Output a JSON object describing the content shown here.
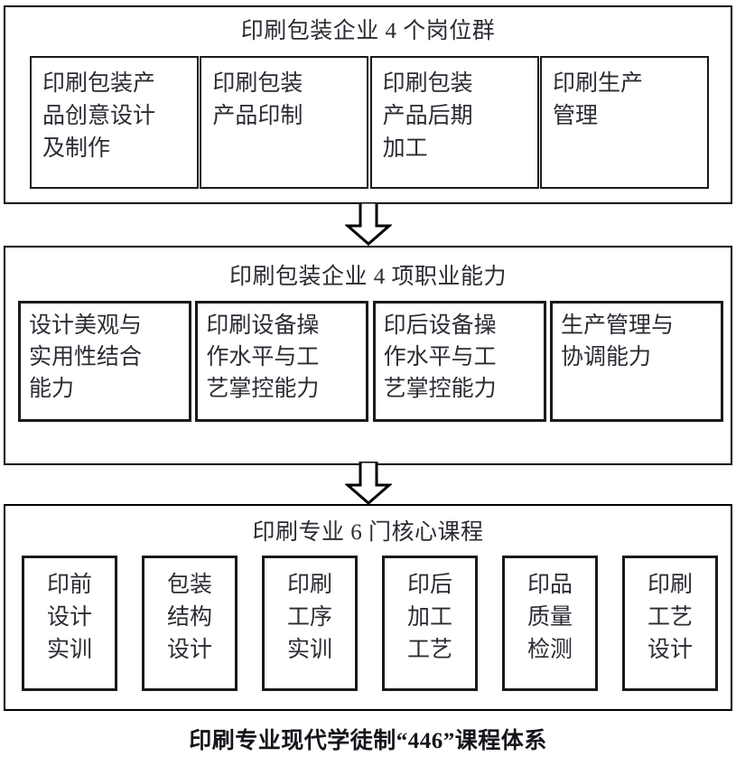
{
  "diagram": {
    "caption": "印刷专业现代学徒制“446”课程体系",
    "arrow_1_name": "down-arrow-icon",
    "arrow_2_name": "down-arrow-icon",
    "sections": [
      {
        "id": "section-1",
        "title": "印刷包装企业 4 个岗位群",
        "count": 4,
        "boxes": [
          {
            "text": "印刷包装产\n品创意设计\n及制作"
          },
          {
            "text": "印刷包装\n产品印制"
          },
          {
            "text": "印刷包装\n产品后期\n加工"
          },
          {
            "text": "印刷生产\n管理"
          }
        ]
      },
      {
        "id": "section-2",
        "title": "印刷包装企业 4 项职业能力",
        "count": 4,
        "boxes": [
          {
            "text": "设计美观与\n实用性结合\n能力"
          },
          {
            "text": "印刷设备操\n作水平与工\n艺掌控能力"
          },
          {
            "text": "印后设备操\n作水平与工\n艺掌控能力"
          },
          {
            "text": "生产管理与\n协调能力"
          }
        ]
      },
      {
        "id": "section-3",
        "title": "印刷专业 6 门核心课程",
        "count": 6,
        "boxes": [
          {
            "text": "印前\n设计\n实训"
          },
          {
            "text": "包装\n结构\n设计"
          },
          {
            "text": "印刷\n工序\n实训"
          },
          {
            "text": "印后\n加工\n工艺"
          },
          {
            "text": "印品\n质量\n检测"
          },
          {
            "text": "印刷\n工艺\n设计"
          }
        ]
      }
    ]
  },
  "colors": {
    "border": "#1a1a1a",
    "text": "#2b2b33",
    "caption": "#14141a",
    "background": "#ffffff"
  }
}
